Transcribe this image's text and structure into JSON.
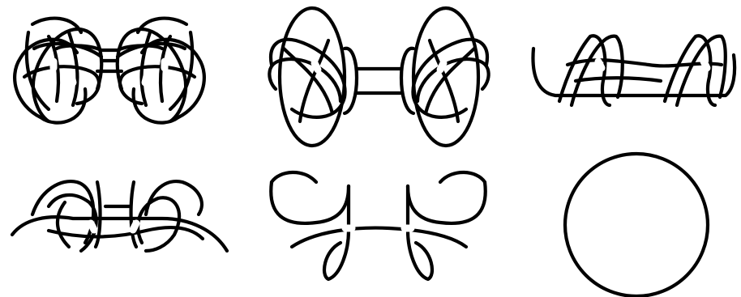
{
  "figure": {
    "panel_count": 6,
    "stroke_color": "#000000",
    "background_color": "#ffffff",
    "panels": [
      {
        "id": "panel-1",
        "row": 1,
        "col": 1,
        "shape": "knot-diagram-complex"
      },
      {
        "id": "panel-2",
        "row": 1,
        "col": 2,
        "shape": "knot-diagram-ellipses"
      },
      {
        "id": "panel-3",
        "row": 1,
        "col": 3,
        "shape": "knot-diagram-arches"
      },
      {
        "id": "panel-4",
        "row": 2,
        "col": 1,
        "shape": "knot-diagram-arches-low"
      },
      {
        "id": "panel-5",
        "row": 2,
        "col": 2,
        "shape": "knot-diagram-simplified"
      },
      {
        "id": "panel-6",
        "row": 2,
        "col": 3,
        "shape": "unknot-circle"
      }
    ]
  }
}
